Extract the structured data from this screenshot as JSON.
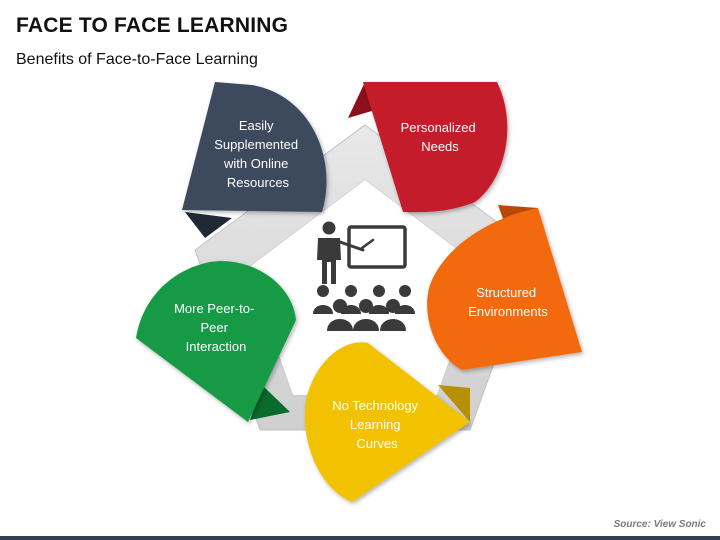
{
  "header": {
    "title": "FACE TO FACE LEARNING",
    "subtitle": "Benefits of Face-to-Face Learning"
  },
  "petals": [
    {
      "id": "easily-supplemented",
      "lines": [
        "Easily",
        "Supplemented",
        "with Online",
        "Resources"
      ],
      "color": "#3e4a5b",
      "fold_color": "#1f2835"
    },
    {
      "id": "personalized-needs",
      "lines": [
        "Personalized",
        "Needs"
      ],
      "color": "#c41a2a",
      "fold_color": "#8d0f1c"
    },
    {
      "id": "structured-environments",
      "lines": [
        "Structured",
        "Environments"
      ],
      "color": "#f26a0f",
      "fold_color": "#b84a05"
    },
    {
      "id": "no-technology",
      "lines": [
        "No Technology",
        "Learning",
        "Curves"
      ],
      "color": "#f2c200",
      "fold_color": "#b89005"
    },
    {
      "id": "peer-interaction",
      "lines": [
        "More Peer-to-",
        "Peer",
        "Interaction"
      ],
      "color": "#139a45",
      "fold_color": "#0b6a2e"
    }
  ],
  "center": {
    "icon": "teacher-classroom-icon"
  },
  "footer": {
    "source": "Source: View Sonic"
  }
}
